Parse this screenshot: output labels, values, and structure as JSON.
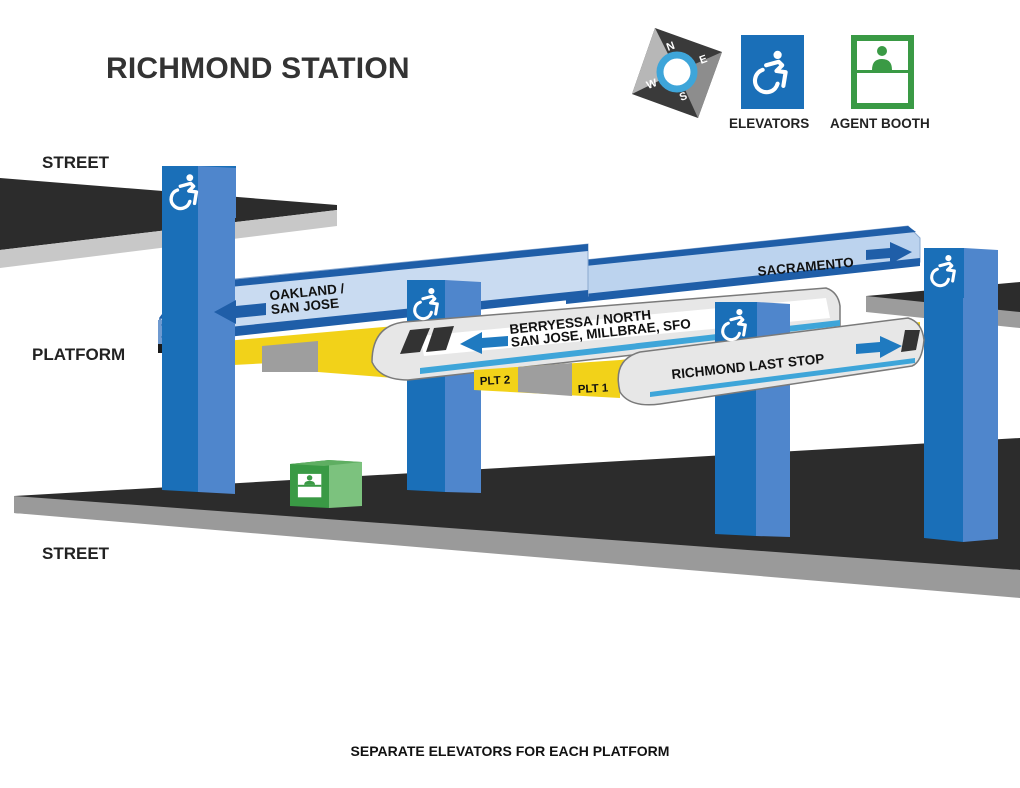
{
  "title": "RICHMOND STATION",
  "compass": {
    "north": "N",
    "east": "E",
    "south": "S",
    "west": "W"
  },
  "legend": {
    "elevators": "ELEVATORS",
    "agent_booth": "AGENT BOOTH"
  },
  "levels": {
    "street_upper": "STREET",
    "platform": "PLATFORM",
    "street_lower": "STREET"
  },
  "trains": {
    "oakland_line1": "OAKLAND /",
    "oakland_line2": "SAN JOSE",
    "sacramento": "SACRAMENTO",
    "berryessa_line1": "BERRYESSA / NORTH",
    "berryessa_line2": "SAN JOSE, MILLBRAE, SFO",
    "richmond": "RICHMOND  LAST STOP"
  },
  "platforms": {
    "plt2": "PLT 2",
    "plt1": "PLT 1"
  },
  "footer": "SEPARATE ELEVATORS FOR EACH PLATFORM",
  "colors": {
    "elevator_blue": "#1a6fb8",
    "booth_green": "#3a9a45",
    "platform_yellow": "#f2d219",
    "street_dark": "#2c2c2c",
    "train_blue": "#1f5ea8"
  },
  "icons": [
    "compass-icon",
    "accessible-icon",
    "agent-booth-icon",
    "direction-arrow-icon"
  ]
}
